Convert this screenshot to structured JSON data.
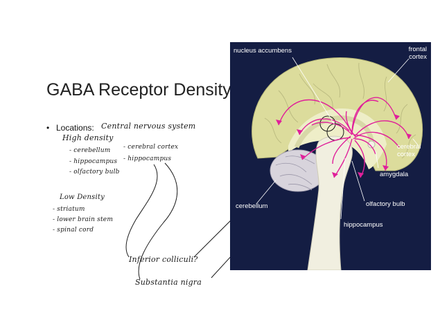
{
  "slide": {
    "title": "GABA Receptor Density",
    "bullet": {
      "label": "Locations:",
      "dot": "•"
    }
  },
  "notes": {
    "cns": "Central nervous system",
    "high_density": "High density",
    "high_items_left": [
      "- cerebellum",
      "- hippocampus",
      "- olfactory bulb"
    ],
    "high_items_right": [
      "- cerebral cortex",
      "- hippocampus"
    ],
    "low_density": "Low Density",
    "low_items": [
      "- striatum",
      "- lower brain stem",
      "- spinal cord"
    ],
    "inferior_colliculi": "Inferior colliculi?",
    "substantia_nigra": "Substantia nigra"
  },
  "figure": {
    "labels": {
      "nucleus_accumbens": "nucleus accumbens",
      "frontal_cortex": [
        "frontal",
        "cortex"
      ],
      "cerebral_cortex": [
        "cerebral",
        "cortex"
      ],
      "amygdala": "amygdala",
      "cerebellum": "cerebellum",
      "olfactory_bulb": "olfactory bulb",
      "hippocampus": "hippocampus"
    },
    "colors": {
      "background": "#141d43",
      "cortex": "#dcdc9c",
      "brainstem": "#f1efe0",
      "pathways": "#e0209a",
      "cerebellum": "#d8d4dc"
    }
  }
}
